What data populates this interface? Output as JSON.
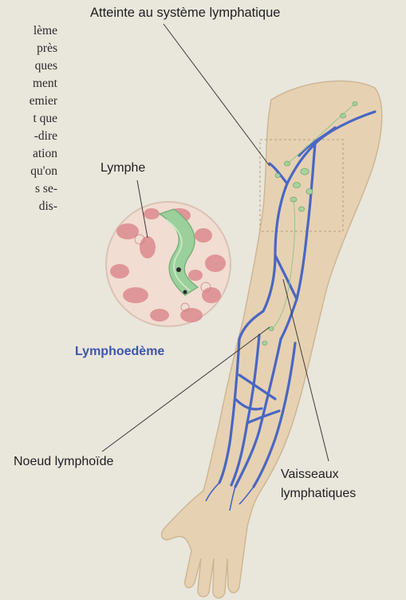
{
  "paragraph_fragment": {
    "lines": [
      "lème",
      "près",
      "ques",
      "ment",
      "emier",
      "t que",
      "-dire",
      "ation",
      "qu'on",
      "s se-",
      "dis-"
    ]
  },
  "labels": {
    "title": "Atteinte au système lymphatique",
    "lymphe": "Lymphe",
    "lymphoedeme": "Lymphoedème",
    "noeud": "Noeud lymphoïde",
    "vaisseaux_line1": "Vaisseaux",
    "vaisseaux_line2": "lymphatiques"
  },
  "colors": {
    "background": "#e9e6dc",
    "skin": "#e6d2b2",
    "vessel_blue": "#4a66c4",
    "lymph_green": "#9bcf9b",
    "cell_red": "#dc8a8f",
    "label_blue": "#3d57a8"
  }
}
